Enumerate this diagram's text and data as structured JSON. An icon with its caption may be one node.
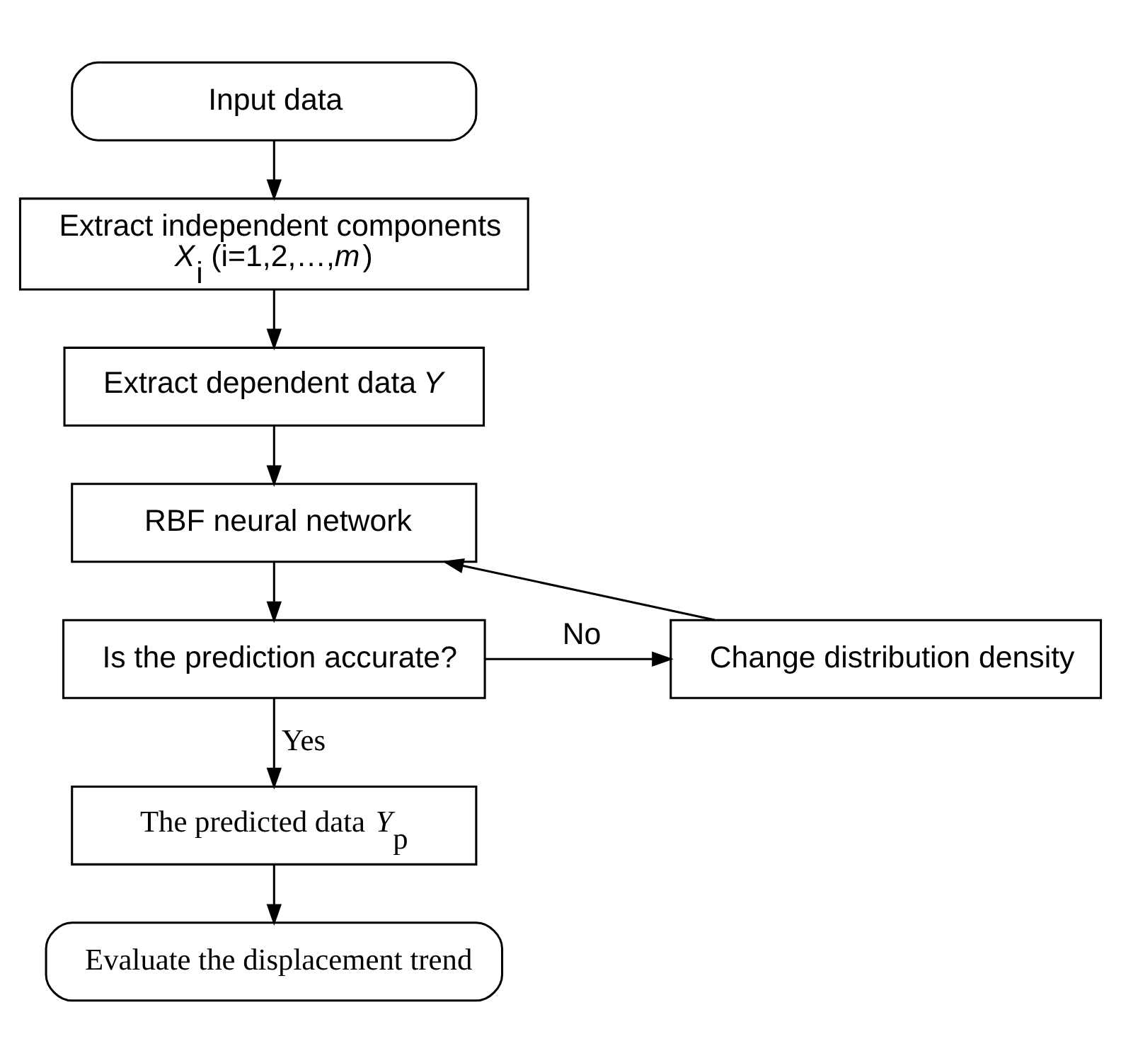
{
  "diagram": {
    "nodes": [
      {
        "text": [
          "Input data"
        ]
      },
      {
        "text": [
          "Extract independent components *X*$_{i}$ (i=1,2,…,*m*)"
        ]
      },
      {
        "text": [
          "Extract dependent data *Y*"
        ]
      },
      {
        "text": [
          "RBF neural network"
        ]
      },
      {
        "text": [
          "Is the prediction accurate?"
        ]
      },
      {
        "text": [
          "Change distribution density"
        ]
      },
      {
        "text": [
          "The predicted data *Y*$_{p}$"
        ]
      },
      {
        "text": [
          "Evaluate the displacement trend"
        ]
      }
    ],
    "edges": [
      {
        "from": 0,
        "to": 1,
        "arrow": "to"
      },
      {
        "from": 1,
        "to": 2,
        "arrow": "to"
      },
      {
        "from": 2,
        "to": 3,
        "arrow": "to"
      },
      {
        "from": 3,
        "to": 4,
        "arrow": "to"
      },
      {
        "from": 4,
        "to": 5,
        "arrow": "to",
        "label": "No"
      },
      {
        "from": 5,
        "to": 3,
        "arrow": "to"
      },
      {
        "from": 4,
        "to": 6,
        "arrow": "to",
        "label": "Yes"
      },
      {
        "from": 6,
        "to": 7,
        "arrow": "to"
      }
    ]
  }
}
